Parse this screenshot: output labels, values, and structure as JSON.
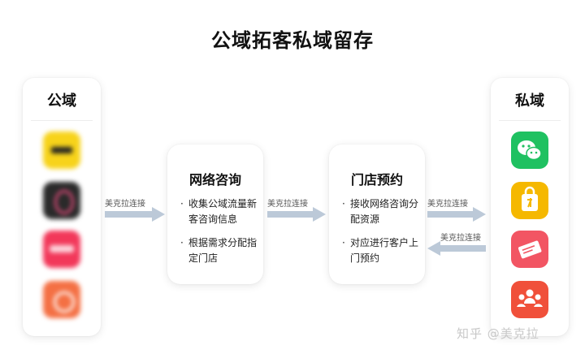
{
  "title": "公域拓客私域留存",
  "public": {
    "label": "公域",
    "apps": [
      "blurred-yellow-app-icon",
      "blurred-dark-app-icon",
      "blurred-red-app-icon",
      "blurred-orange-app-icon"
    ]
  },
  "private": {
    "label": "私域",
    "apps": [
      "wechat-icon",
      "shopping-bag-icon",
      "ticket-icon",
      "community-icon"
    ]
  },
  "consult": {
    "label": "网络咨询",
    "bullets": [
      "收集公域流量新客咨询信息",
      "根据需求分配指定门店"
    ]
  },
  "store": {
    "label": "门店预约",
    "bullets": [
      "接收网络咨询分配资源",
      "对应进行客户上门预约"
    ]
  },
  "arrows": {
    "a1": "美克拉连接",
    "a2": "美克拉连接",
    "a3": "美克拉连接",
    "a4": "美克拉连接"
  },
  "watermark": "知乎 @美克拉",
  "colors": {
    "arrow": "#bcc9d8",
    "wechat": "#1fc161",
    "bag": "#f5b800",
    "ticket": "#f25563",
    "community": "#f0503a"
  }
}
